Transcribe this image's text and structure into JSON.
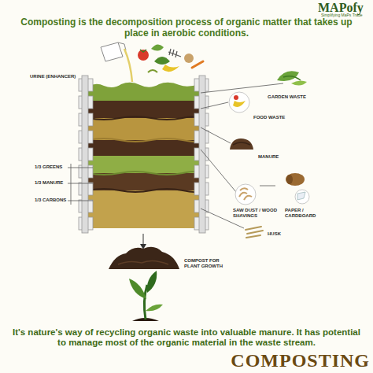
{
  "diagram": {
    "title": "Composting is the decomposition process of organic matter that takes up place in aerobic conditions.",
    "caption": "It's nature's way of recycling organic waste into valuable manure. It has potential to manage most of the organic material in the waste stream.",
    "labels": [
      "MAPofy",
      "Simplifying MaPs Trade",
      "URINE (ENHANCER)",
      "GARDEN WASTE",
      "FOOD WASTE",
      "MANURE",
      "1/3 GREENS",
      "1/3 MANURE",
      "1/3 CARBONS",
      "SAW DUST / WOOD SHAVINGS",
      "PAPER / CARDBOARD",
      "HUSK",
      "COMPOST FOR PLANT GROWTH",
      "COMPOSTING"
    ]
  }
}
